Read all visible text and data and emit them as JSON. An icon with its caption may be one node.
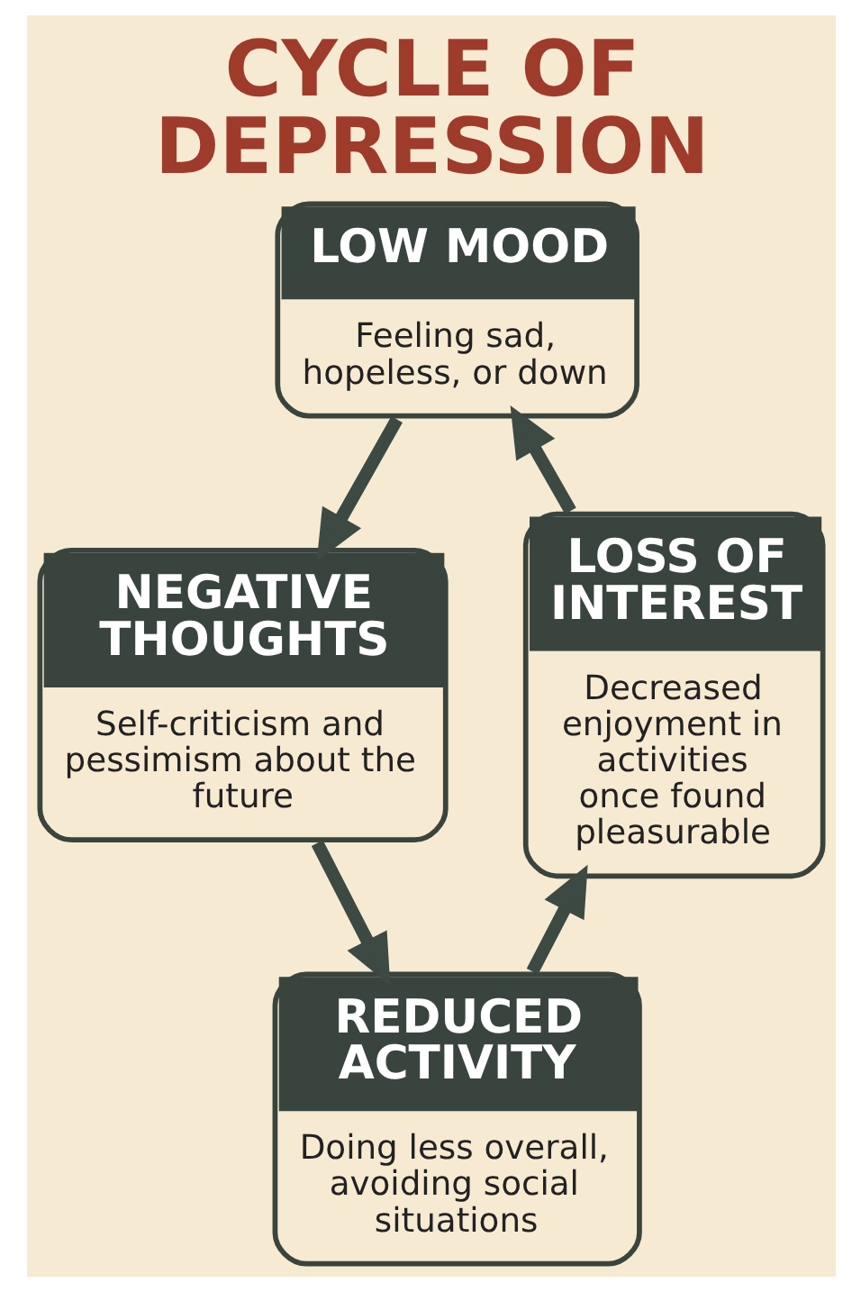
{
  "diagram": {
    "title": "CYCLE OF DEPRESSION",
    "nodes": [
      {
        "text": [
          "LOW MOOD",
          "Feeling sad, hopeless, or down"
        ]
      },
      {
        "text": [
          "NEGATIVE THOUGHTS",
          "Self-criticism and pessimism about the future"
        ]
      },
      {
        "text": [
          "REDUCED ACTIVITY",
          "Doing less overall, avoiding social situations"
        ]
      },
      {
        "text": [
          "LOSS OF INTEREST",
          "Decreased enjoyment in activities once found pleasurable"
        ]
      }
    ],
    "edges": [
      {
        "from": 0,
        "to": 1,
        "arrow": "to"
      },
      {
        "from": 1,
        "to": 2,
        "arrow": "to"
      },
      {
        "from": 2,
        "to": 3,
        "arrow": "to"
      },
      {
        "from": 3,
        "to": 0,
        "arrow": "to"
      }
    ]
  }
}
